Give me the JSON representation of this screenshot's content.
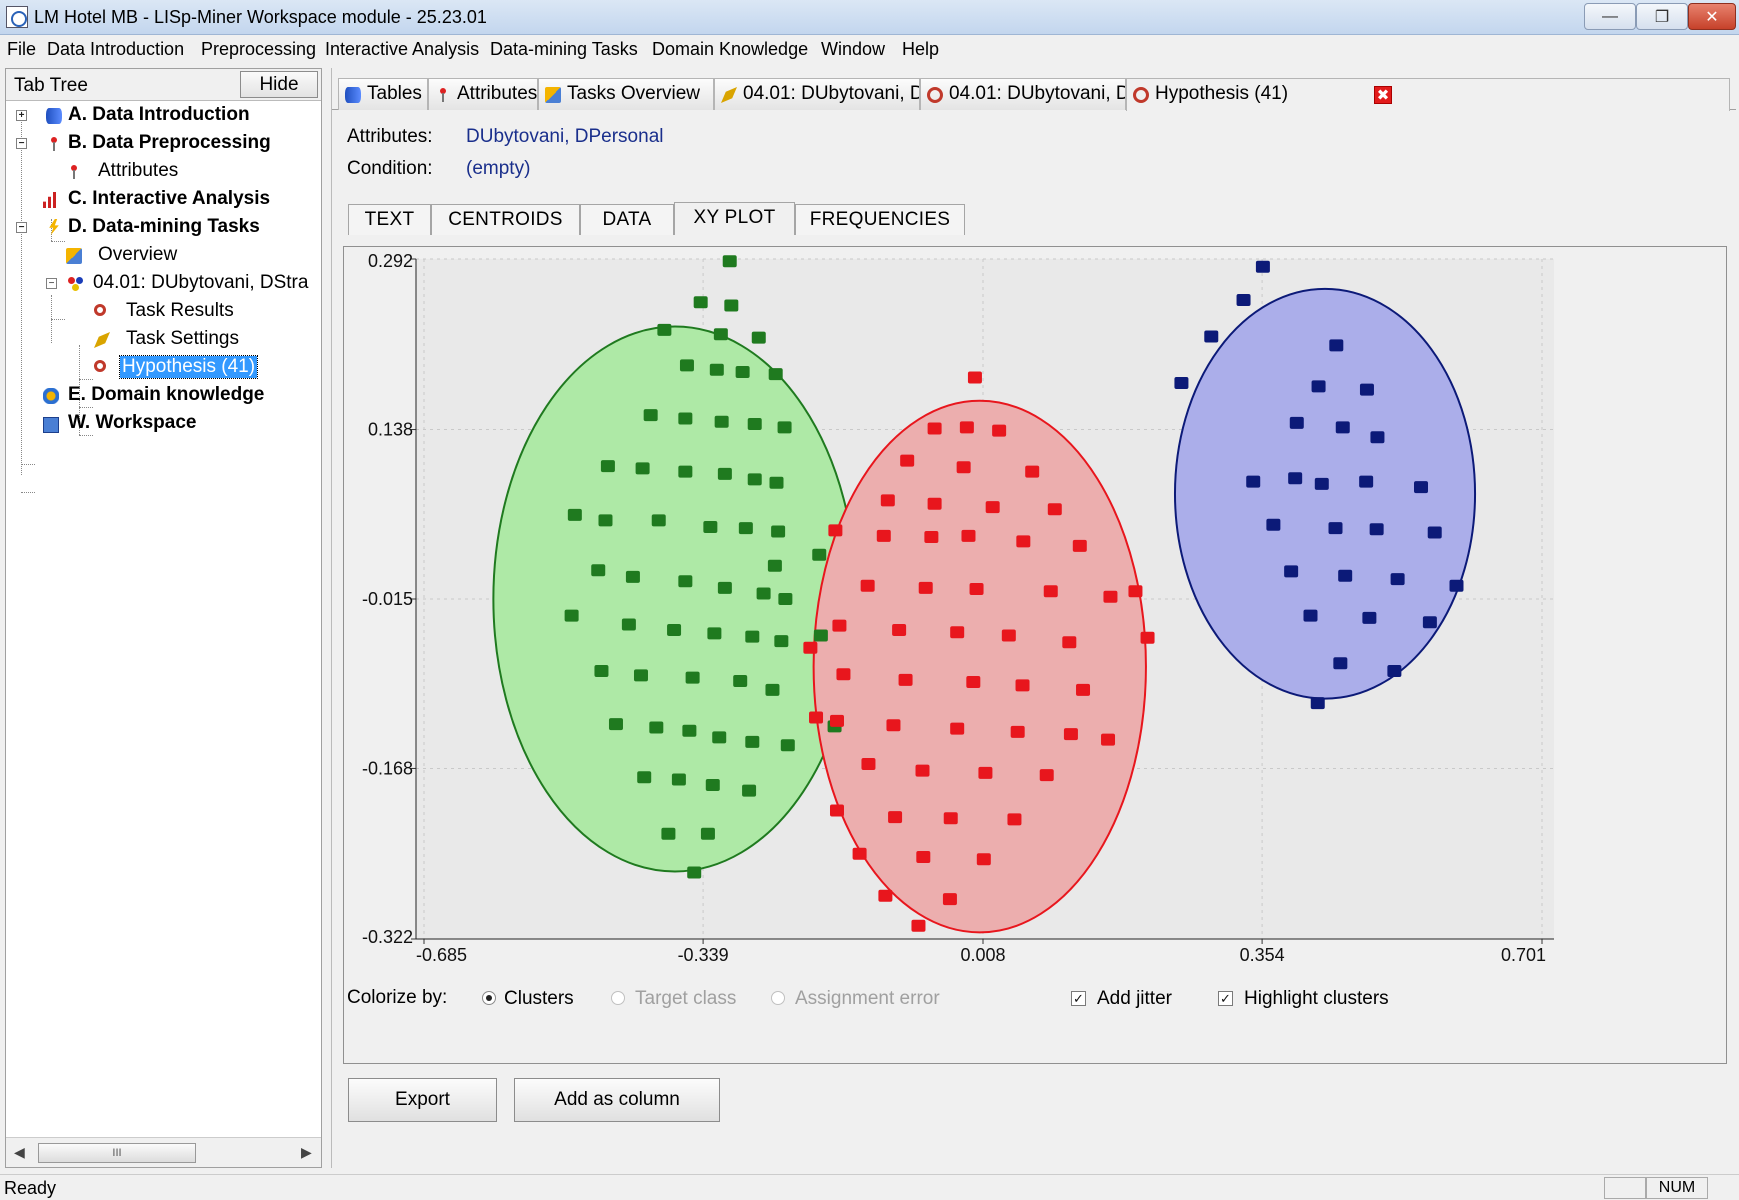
{
  "window": {
    "title": "LM Hotel MB - LISp-Miner Workspace module - 25.23.01",
    "min_glyph": "—",
    "max_glyph": "❐",
    "close_glyph": "✕"
  },
  "menu": [
    "File",
    "Data Introduction",
    "Preprocessing",
    "Interactive Analysis",
    "Data-mining Tasks",
    "Domain Knowledge",
    "Window",
    "Help"
  ],
  "tree": {
    "title": "Tab Tree",
    "hide_label": "Hide",
    "items": [
      {
        "label": "A. Data Introduction",
        "icon": "database-icon"
      },
      {
        "label": "B. Data Preprocessing",
        "icon": "pin-icon"
      },
      {
        "label": "Attributes",
        "icon": "attributes-icon"
      },
      {
        "label": "C. Interactive Analysis",
        "icon": "bar-chart-icon"
      },
      {
        "label": "D. Data-mining Tasks",
        "icon": "lightning-icon"
      },
      {
        "label": "Overview",
        "icon": "overview-icon"
      },
      {
        "label": "04.01: DUbytovani, DStra",
        "icon": "task-dots-icon"
      },
      {
        "label": "Task Results",
        "icon": "magnifier-icon"
      },
      {
        "label": "Task Settings",
        "icon": "settings-icon"
      },
      {
        "label": "Hypothesis (41)",
        "icon": "hypothesis-icon"
      },
      {
        "label": "E. Domain knowledge",
        "icon": "domain-icon"
      },
      {
        "label": "W. Workspace",
        "icon": "workspace-icon"
      }
    ],
    "scroll_grip": "III"
  },
  "doc_tabs": [
    {
      "label": "Tables",
      "icon": "tables-icon"
    },
    {
      "label": "Attributes",
      "icon": "attributes-icon"
    },
    {
      "label": "Tasks Overview",
      "icon": "overview-icon"
    },
    {
      "label": "04.01: DUbytovani, D..",
      "icon": "task-settings-icon"
    },
    {
      "label": "04.01: DUbytovani, D..",
      "icon": "task-results-icon"
    },
    {
      "label": "Hypothesis (41)",
      "icon": "hypothesis-icon"
    }
  ],
  "close_tab_glyph": "✖",
  "attributes": {
    "label": "Attributes:",
    "value": "DUbytovani, DPersonal"
  },
  "condition": {
    "label": "Condition:",
    "value": "(empty)"
  },
  "sub_tabs": [
    "TEXT",
    "CENTROIDS",
    "DATA",
    "XY PLOT",
    "FREQUENCIES"
  ],
  "active_sub_tab": "XY PLOT",
  "colorize": {
    "label": "Colorize by:",
    "options": [
      "Clusters",
      "Target class",
      "Assignment error"
    ],
    "selected": "Clusters",
    "add_jitter": {
      "label": "Add jitter",
      "checked": true
    },
    "highlight_clusters": {
      "label": "Highlight clusters",
      "checked": true
    },
    "check_glyph": "✓"
  },
  "buttons": {
    "export": "Export",
    "add_column": "Add as column"
  },
  "status": {
    "text": "Ready",
    "num": "NUM"
  },
  "chart_data": {
    "type": "scatter",
    "x_ticks": [
      "-0.685",
      "-0.339",
      "0.008",
      "0.354",
      "0.701"
    ],
    "y_ticks": [
      "0.292",
      "0.138",
      "-0.015",
      "-0.168",
      "-0.322"
    ],
    "xlim": [
      -0.685,
      0.701
    ],
    "ylim": [
      -0.322,
      0.292
    ],
    "grid": true,
    "colors": {
      "green": "#1f7a1f",
      "red": "#e8161d",
      "blue": "#0c1a78"
    },
    "fills": {
      "green": "#aee9a6",
      "red": "#ecaeae",
      "blue": "#abaeea"
    },
    "clusters": [
      {
        "color": "green",
        "center": [
          -0.374,
          -0.015
        ],
        "radius": [
          0.225,
          0.246
        ],
        "points": [
          [
            -0.306,
            0.29
          ],
          [
            -0.342,
            0.253
          ],
          [
            -0.304,
            0.25
          ],
          [
            -0.387,
            0.228
          ],
          [
            -0.317,
            0.224
          ],
          [
            -0.27,
            0.221
          ],
          [
            -0.359,
            0.196
          ],
          [
            -0.322,
            0.192
          ],
          [
            -0.29,
            0.19
          ],
          [
            -0.249,
            0.188
          ],
          [
            -0.404,
            0.151
          ],
          [
            -0.361,
            0.148
          ],
          [
            -0.316,
            0.145
          ],
          [
            -0.275,
            0.143
          ],
          [
            -0.238,
            0.14
          ],
          [
            -0.457,
            0.105
          ],
          [
            -0.414,
            0.103
          ],
          [
            -0.361,
            0.1
          ],
          [
            -0.312,
            0.098
          ],
          [
            -0.275,
            0.093
          ],
          [
            -0.248,
            0.09
          ],
          [
            -0.498,
            0.061
          ],
          [
            -0.46,
            0.056
          ],
          [
            -0.394,
            0.056
          ],
          [
            -0.33,
            0.05
          ],
          [
            -0.286,
            0.049
          ],
          [
            -0.246,
            0.046
          ],
          [
            -0.469,
            0.011
          ],
          [
            -0.426,
            0.005
          ],
          [
            -0.361,
            0.001
          ],
          [
            -0.312,
            -0.005
          ],
          [
            -0.264,
            -0.01
          ],
          [
            -0.237,
            -0.015
          ],
          [
            -0.502,
            -0.03
          ],
          [
            -0.431,
            -0.038
          ],
          [
            -0.375,
            -0.043
          ],
          [
            -0.325,
            -0.046
          ],
          [
            -0.278,
            -0.049
          ],
          [
            -0.242,
            -0.053
          ],
          [
            -0.465,
            -0.08
          ],
          [
            -0.416,
            -0.084
          ],
          [
            -0.352,
            -0.086
          ],
          [
            -0.293,
            -0.089
          ],
          [
            -0.253,
            -0.097
          ],
          [
            -0.447,
            -0.128
          ],
          [
            -0.397,
            -0.131
          ],
          [
            -0.356,
            -0.134
          ],
          [
            -0.319,
            -0.14
          ],
          [
            -0.278,
            -0.144
          ],
          [
            -0.234,
            -0.147
          ],
          [
            -0.412,
            -0.176
          ],
          [
            -0.369,
            -0.178
          ],
          [
            -0.327,
            -0.183
          ],
          [
            -0.282,
            -0.188
          ],
          [
            -0.382,
            -0.227
          ],
          [
            -0.333,
            -0.227
          ],
          [
            -0.35,
            -0.262
          ],
          [
            -0.25,
            0.015
          ],
          [
            -0.195,
            0.025
          ],
          [
            -0.176,
            -0.13
          ],
          [
            -0.193,
            -0.048
          ]
        ]
      },
      {
        "color": "red",
        "center": [
          0.004,
          -0.076
        ],
        "radius": [
          0.206,
          0.24
        ],
        "points": [
          [
            -0.002,
            0.185
          ],
          [
            -0.052,
            0.139
          ],
          [
            -0.012,
            0.14
          ],
          [
            0.028,
            0.137
          ],
          [
            -0.086,
            0.11
          ],
          [
            -0.016,
            0.104
          ],
          [
            0.069,
            0.1
          ],
          [
            -0.11,
            0.074
          ],
          [
            -0.052,
            0.071
          ],
          [
            0.02,
            0.068
          ],
          [
            0.097,
            0.066
          ],
          [
            -0.175,
            0.047
          ],
          [
            -0.115,
            0.042
          ],
          [
            -0.056,
            0.041
          ],
          [
            -0.01,
            0.042
          ],
          [
            0.058,
            0.037
          ],
          [
            0.128,
            0.033
          ],
          [
            -0.135,
            -0.003
          ],
          [
            -0.063,
            -0.005
          ],
          [
            0.0,
            -0.006
          ],
          [
            0.092,
            -0.008
          ],
          [
            0.166,
            -0.013
          ],
          [
            -0.17,
            -0.039
          ],
          [
            -0.096,
            -0.043
          ],
          [
            -0.024,
            -0.045
          ],
          [
            0.04,
            -0.048
          ],
          [
            0.115,
            -0.054
          ],
          [
            -0.165,
            -0.083
          ],
          [
            -0.088,
            -0.088
          ],
          [
            -0.004,
            -0.09
          ],
          [
            0.057,
            -0.093
          ],
          [
            0.132,
            -0.097
          ],
          [
            -0.173,
            -0.125
          ],
          [
            -0.103,
            -0.129
          ],
          [
            -0.024,
            -0.132
          ],
          [
            0.051,
            -0.135
          ],
          [
            0.117,
            -0.137
          ],
          [
            0.163,
            -0.142
          ],
          [
            -0.134,
            -0.164
          ],
          [
            -0.067,
            -0.17
          ],
          [
            0.011,
            -0.172
          ],
          [
            0.087,
            -0.174
          ],
          [
            -0.173,
            -0.206
          ],
          [
            -0.101,
            -0.212
          ],
          [
            -0.032,
            -0.213
          ],
          [
            0.047,
            -0.214
          ],
          [
            -0.145,
            -0.245
          ],
          [
            -0.066,
            -0.248
          ],
          [
            0.009,
            -0.25
          ],
          [
            -0.113,
            -0.283
          ],
          [
            -0.033,
            -0.286
          ],
          [
            -0.072,
            -0.31
          ],
          [
            -0.206,
            -0.059
          ],
          [
            -0.199,
            -0.122
          ],
          [
            0.212,
            -0.05
          ],
          [
            0.197,
            -0.008
          ]
        ]
      },
      {
        "color": "blue",
        "center": [
          0.432,
          0.08
        ],
        "radius": [
          0.186,
          0.185
        ],
        "points": [
          [
            0.355,
            0.285
          ],
          [
            0.331,
            0.255
          ],
          [
            0.291,
            0.222
          ],
          [
            0.254,
            0.18
          ],
          [
            0.446,
            0.214
          ],
          [
            0.424,
            0.177
          ],
          [
            0.484,
            0.174
          ],
          [
            0.397,
            0.144
          ],
          [
            0.454,
            0.14
          ],
          [
            0.497,
            0.131
          ],
          [
            0.343,
            0.091
          ],
          [
            0.395,
            0.094
          ],
          [
            0.428,
            0.089
          ],
          [
            0.483,
            0.091
          ],
          [
            0.551,
            0.086
          ],
          [
            0.368,
            0.052
          ],
          [
            0.445,
            0.049
          ],
          [
            0.496,
            0.048
          ],
          [
            0.568,
            0.045
          ],
          [
            0.39,
            0.01
          ],
          [
            0.457,
            0.006
          ],
          [
            0.522,
            0.003
          ],
          [
            0.595,
            -0.003
          ],
          [
            0.414,
            -0.03
          ],
          [
            0.487,
            -0.032
          ],
          [
            0.562,
            -0.036
          ],
          [
            0.451,
            -0.073
          ],
          [
            0.518,
            -0.08
          ],
          [
            0.423,
            -0.109
          ]
        ]
      }
    ]
  }
}
